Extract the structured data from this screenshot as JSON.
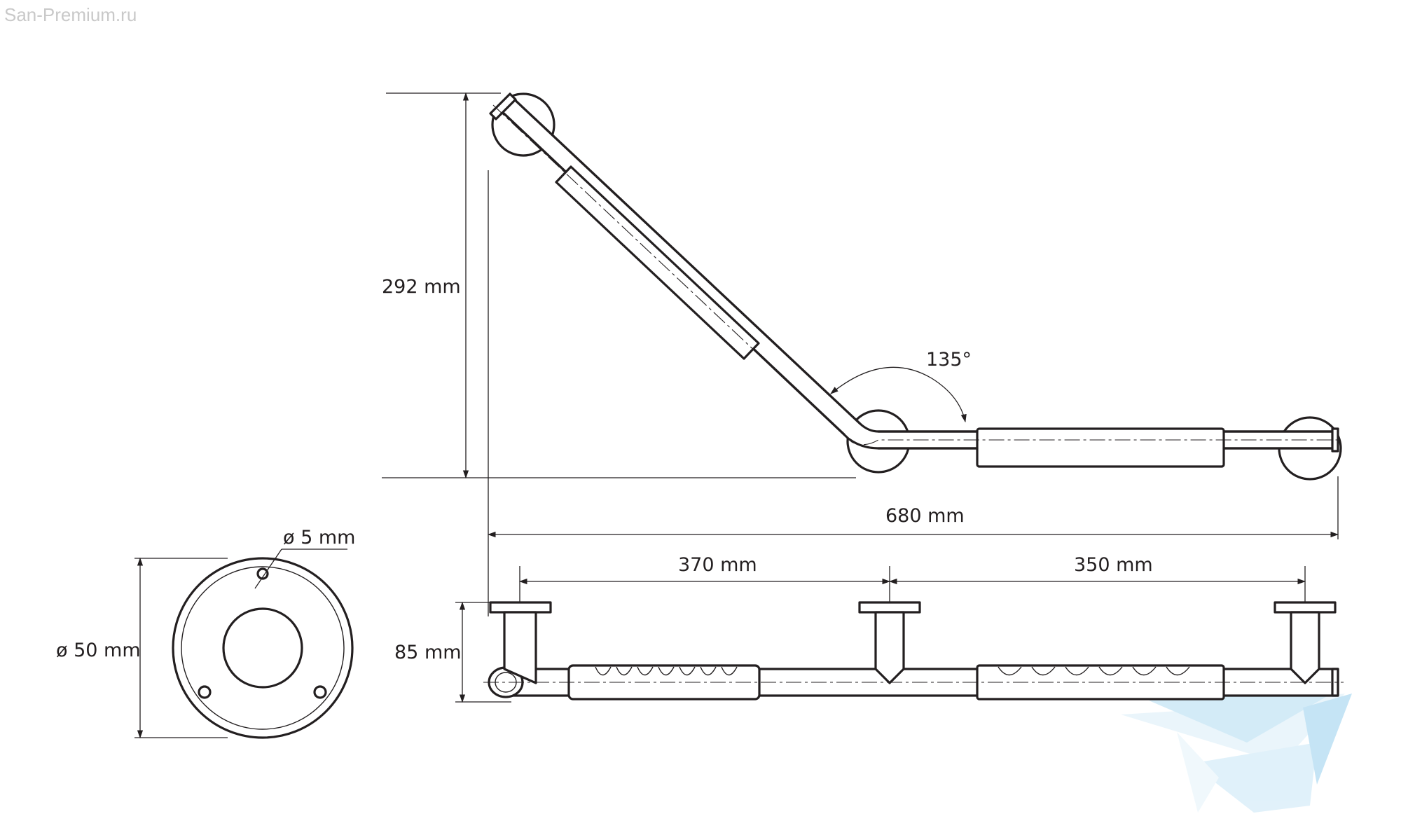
{
  "watermark": {
    "text": "San-Premium.ru",
    "color": "#c9c9c9",
    "logo_color": "#9fd3ef"
  },
  "dimensions": {
    "height_top": "292 mm",
    "angle": "135°",
    "total_length": "680 mm",
    "span_left": "370 mm",
    "span_right": "350 mm",
    "projection": "85 mm",
    "hole_diameter": "ø 5 mm",
    "flange_diameter": "ø 50 mm"
  },
  "colors": {
    "line": "#231f20",
    "background": "#ffffff"
  }
}
